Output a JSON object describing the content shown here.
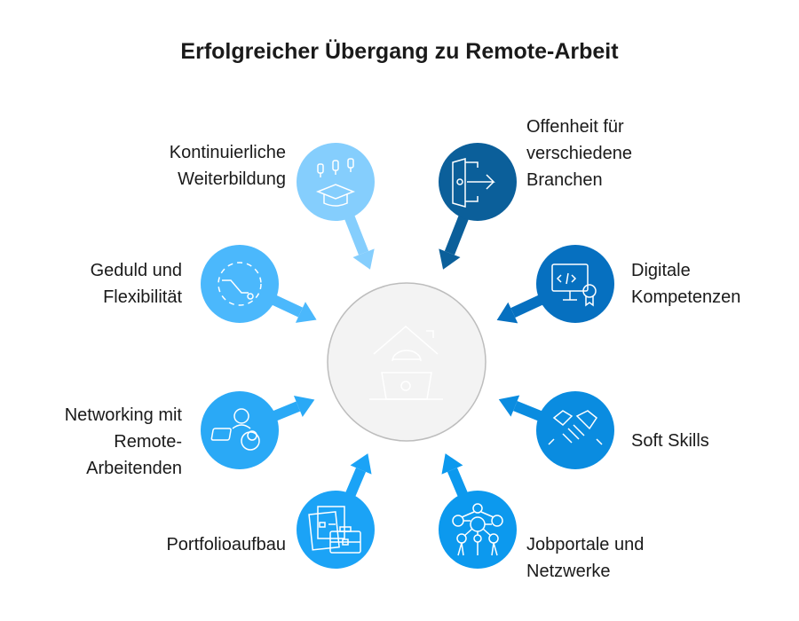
{
  "title": "Erfolgreicher Übergang zu Remote-Arbeit",
  "center": {
    "icon": "remote-work-home-laptop-icon",
    "color": "#f3f3f3"
  },
  "items": [
    {
      "label": "Kontinuierliche\nWeiterbildung",
      "icon": "graduation-cap-icon",
      "color": "#85cefd"
    },
    {
      "label": "Offenheit für\nverschiedene\nBranchen",
      "icon": "door-exit-icon",
      "color": "#0b5f9a"
    },
    {
      "label": "Geduld und\nFlexibilität",
      "icon": "flexible-path-icon",
      "color": "#4bb8fc"
    },
    {
      "label": "Digitale\nKompetenzen",
      "icon": "code-certificate-icon",
      "color": "#0670c0"
    },
    {
      "label": "Networking mit\nRemote-\nArbeitenden",
      "icon": "people-network-icon",
      "color": "#2aa9f6"
    },
    {
      "label": "Soft Skills",
      "icon": "handshake-icon",
      "color": "#0a8ce0"
    },
    {
      "label": "Portfolioaufbau",
      "icon": "portfolio-briefcase-icon",
      "color": "#1ba3f6"
    },
    {
      "label": "Jobportale und\nNetzwerke",
      "icon": "network-nodes-icon",
      "color": "#0c99ee"
    }
  ]
}
